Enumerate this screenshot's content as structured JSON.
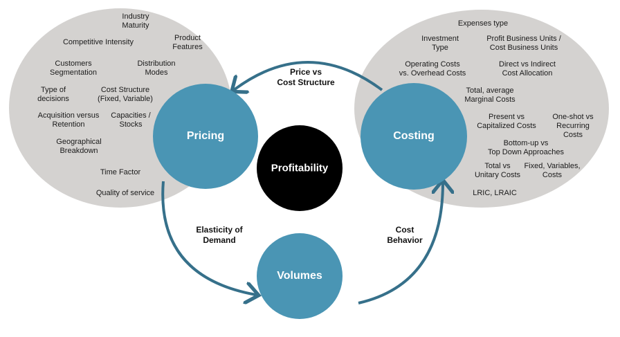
{
  "colors": {
    "ellipse": "#d4d2d0",
    "circle": "#4a95b4",
    "arrow": "#36708a",
    "center": "#000000"
  },
  "nodes": {
    "pricing": "Pricing",
    "costing": "Costing",
    "profitability": "Profitability",
    "volumes": "Volumes"
  },
  "edges": {
    "price_cost": "Price vs\nCost Structure",
    "elasticity": "Elasticity of\nDemand",
    "cost_behavior": "Cost\nBehavior"
  },
  "pricing_factors": [
    "Industry\nMaturity",
    "Competitive Intensity",
    "Product\nFeatures",
    "Customers\nSegmentation",
    "Distribution\nModes",
    "Type  of\ndecisions",
    "Cost Structure\n(Fixed, Variable)",
    "Acquisition versus\nRetention",
    "Capacities /\nStocks",
    "Geographical\nBreakdown",
    "Time Factor",
    "Quality of service"
  ],
  "costing_factors": [
    "Expenses type",
    "Investment\nType",
    "Profit Business Units /\nCost Business Units",
    "Operating Costs\nvs. Overhead Costs",
    "Direct vs Indirect\nCost Allocation",
    "Total, average\nMarginal Costs",
    "Present vs\nCapitalized Costs",
    "One-shot vs\nRecurring Costs",
    "Bottom-up vs\nTop Down Approaches",
    "Total vs\nUnitary Costs",
    "Fixed, Variables,\nCosts",
    "LRIC, LRAIC"
  ]
}
